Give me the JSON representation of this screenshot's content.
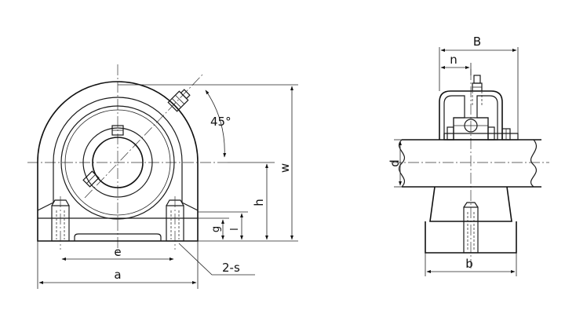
{
  "front_view": {
    "angle_label": "45°",
    "dimensions": {
      "w": "w",
      "h": "h",
      "l": "l",
      "g": "g",
      "e": "e",
      "a": "a",
      "s": "2-s"
    }
  },
  "side_view": {
    "dimensions": {
      "B": "B",
      "n": "n",
      "d": "d",
      "b": "b"
    }
  },
  "colors": {
    "line": "#1a1a1a",
    "hatch": "#333333",
    "background": "#ffffff"
  }
}
